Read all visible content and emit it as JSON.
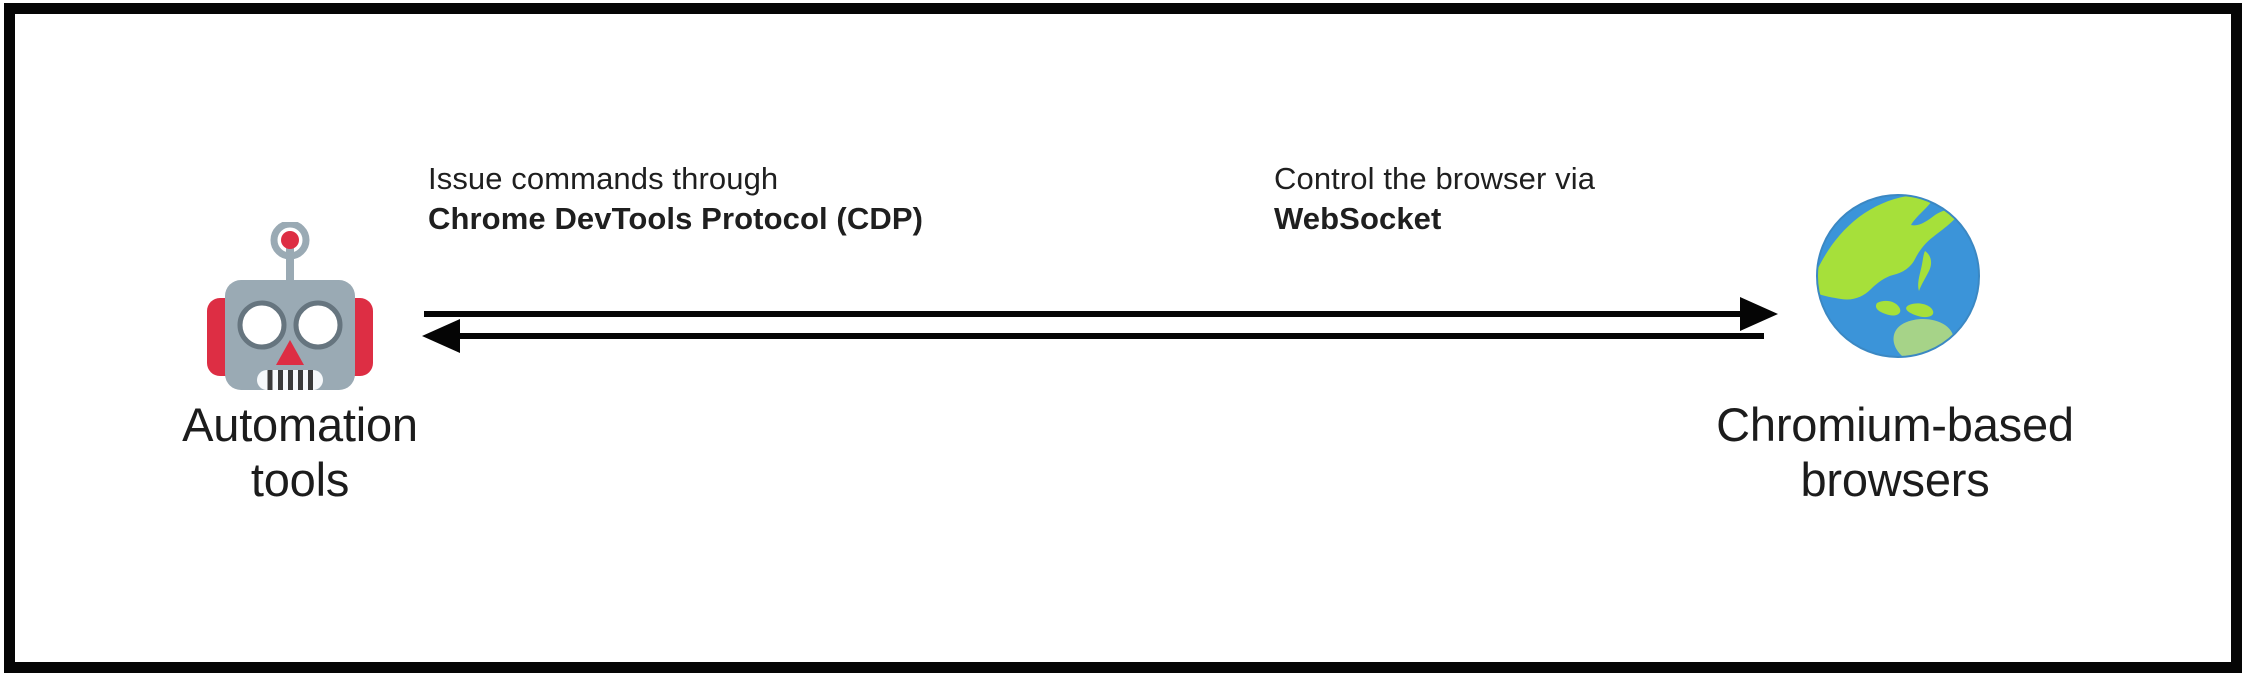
{
  "figure": {
    "background_color": "#ffffff",
    "border_color": "#050505",
    "text_color": "#1f1f1f"
  },
  "nodes": {
    "left": {
      "icon": "robot-icon",
      "label_line1": "Automation",
      "label_line2": "tools",
      "colors": {
        "head": "#9aaab4",
        "ear": "#dd2e44",
        "antenna_ball": "#dd2e44",
        "eye_ring": "#66757f",
        "eye_fill": "#ffffff",
        "nose": "#dd2e44",
        "teeth": "#f5f8fa"
      }
    },
    "right": {
      "icon": "globe-asia-icon",
      "label_line1": "Chromium-based",
      "label_line2": "browsers",
      "colors": {
        "ocean": "#3b94d9",
        "land": "#a6d388",
        "land_alt": "#a6e03a"
      }
    }
  },
  "edges": [
    {
      "name": "commands-edge",
      "direction": "left-to-right",
      "caption_line1": "Issue commands through",
      "caption_line2": "Chrome DevTools Protocol (CDP)",
      "stroke_color": "#050505"
    },
    {
      "name": "control-edge",
      "direction": "right-to-left",
      "caption_line1": "Control the browser via",
      "caption_line2": "WebSocket",
      "stroke_color": "#050505"
    }
  ]
}
